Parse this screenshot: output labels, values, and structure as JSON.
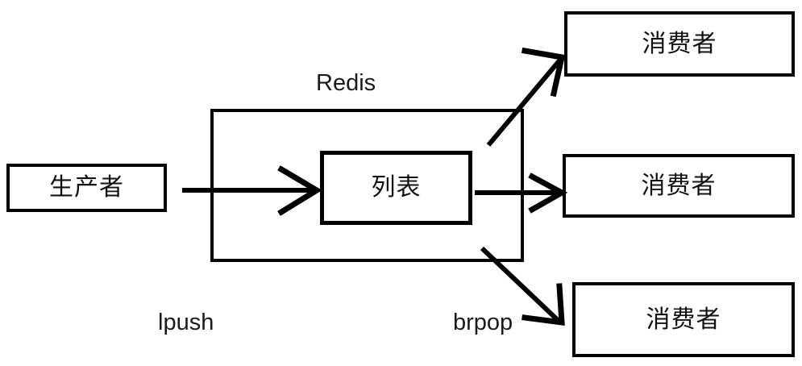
{
  "diagram": {
    "title_label": "Redis",
    "background": "#ffffff",
    "stroke_color": "#000000",
    "producer": {
      "label": "生产者"
    },
    "redis": {
      "label": "Redis",
      "list_label": "列表"
    },
    "consumers": [
      {
        "label": "消费者"
      },
      {
        "label": "消费者"
      },
      {
        "label": "消费者"
      }
    ],
    "operations": {
      "push_label": "lpush",
      "pop_label": "brpop"
    }
  }
}
